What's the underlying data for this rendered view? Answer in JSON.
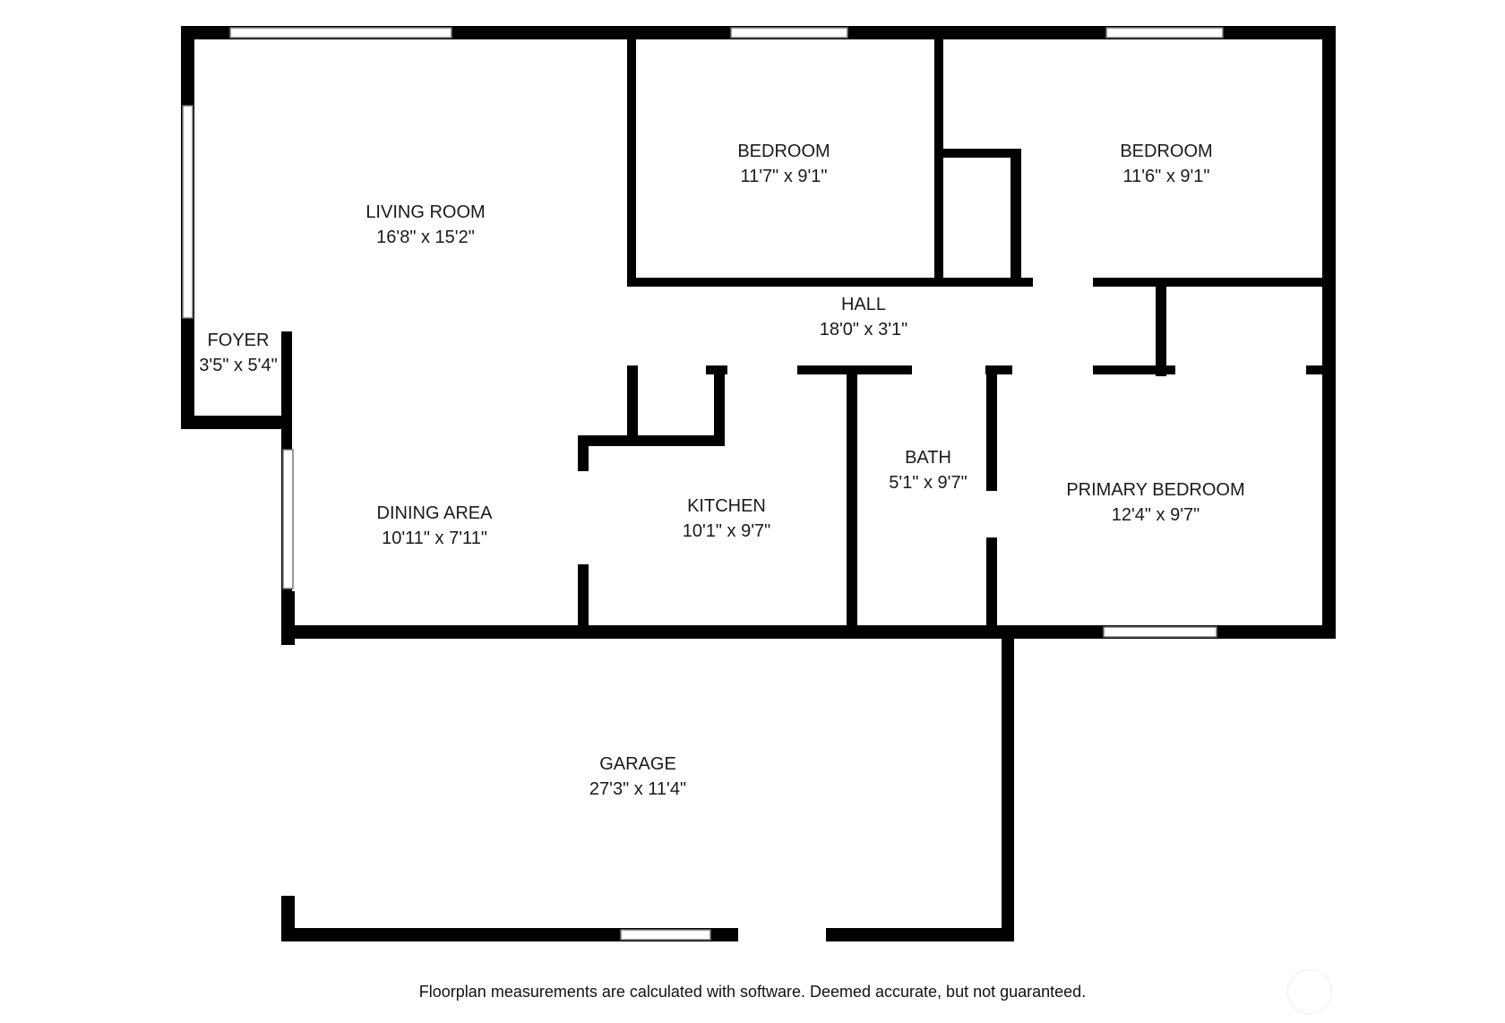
{
  "rooms": {
    "living_room": {
      "name": "LIVING ROOM",
      "size": "16'8\" x 15'2\""
    },
    "bedroom_1": {
      "name": "BEDROOM",
      "size": "11'7\" x 9'1\""
    },
    "bedroom_2": {
      "name": "BEDROOM",
      "size": "11'6\" x 9'1\""
    },
    "hall": {
      "name": "HALL",
      "size": "18'0\" x 3'1\""
    },
    "foyer": {
      "name": "FOYER",
      "size": "3'5\" x 5'4\""
    },
    "dining_area": {
      "name": "DINING AREA",
      "size": "10'11\" x 7'11\""
    },
    "kitchen": {
      "name": "KITCHEN",
      "size": "10'1\" x 9'7\""
    },
    "bath": {
      "name": "BATH",
      "size": "5'1\" x 9'7\""
    },
    "primary_bedroom": {
      "name": "PRIMARY BEDROOM",
      "size": "12'4\" x 9'7\""
    },
    "garage": {
      "name": "GARAGE",
      "size": "27'3\" x 11'4\""
    }
  },
  "disclaimer": "Floorplan measurements are calculated with software. Deemed accurate, but not guaranteed.",
  "colors": {
    "wall": "#000000",
    "background": "#ffffff",
    "window": "#ffffff"
  }
}
